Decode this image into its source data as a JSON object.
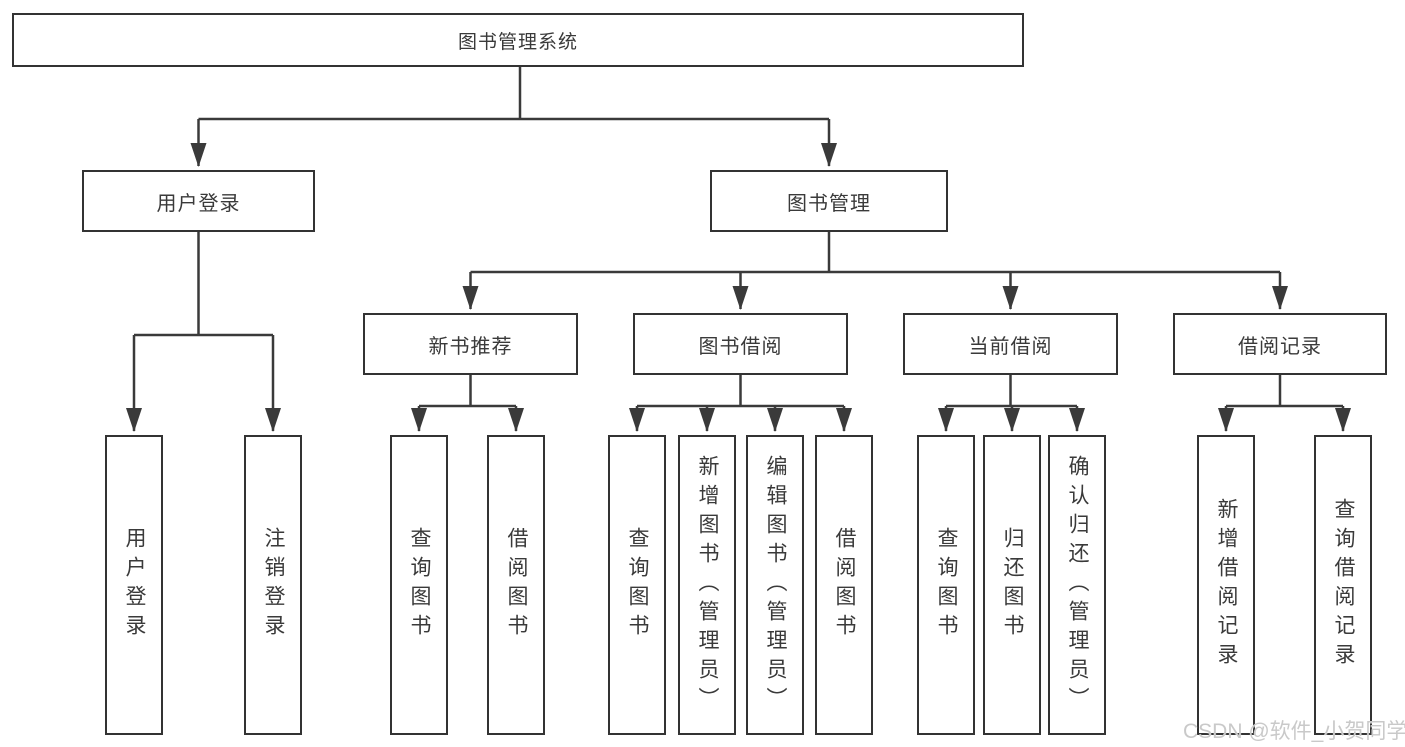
{
  "diagram": {
    "root": {
      "label": "图书管理系统"
    },
    "branches": [
      {
        "label": "用户登录",
        "children": [
          {
            "label": "用户登录"
          },
          {
            "label": "注销登录"
          }
        ]
      },
      {
        "label": "图书管理",
        "children": [
          {
            "label": "新书推荐",
            "children": [
              {
                "label": "查询图书"
              },
              {
                "label": "借阅图书"
              }
            ]
          },
          {
            "label": "图书借阅",
            "children": [
              {
                "label": "查询图书"
              },
              {
                "label": "新增图书（管理员）"
              },
              {
                "label": "编辑图书（管理员）"
              },
              {
                "label": "借阅图书"
              }
            ]
          },
          {
            "label": "当前借阅",
            "children": [
              {
                "label": "查询图书"
              },
              {
                "label": "归还图书"
              },
              {
                "label": "确认归还（管理员）"
              }
            ]
          },
          {
            "label": "借阅记录",
            "children": [
              {
                "label": "新增借阅记录"
              },
              {
                "label": "查询借阅记录"
              }
            ]
          }
        ]
      }
    ]
  },
  "watermark": {
    "text": "CSDN @软件_小贺同学"
  },
  "colors": {
    "line": "#3a3a3a",
    "box_border": "#333333",
    "box_fill": "#ffffff",
    "text": "#3a3a3a",
    "background": "#ffffff",
    "watermark": "#c9c9c9"
  }
}
